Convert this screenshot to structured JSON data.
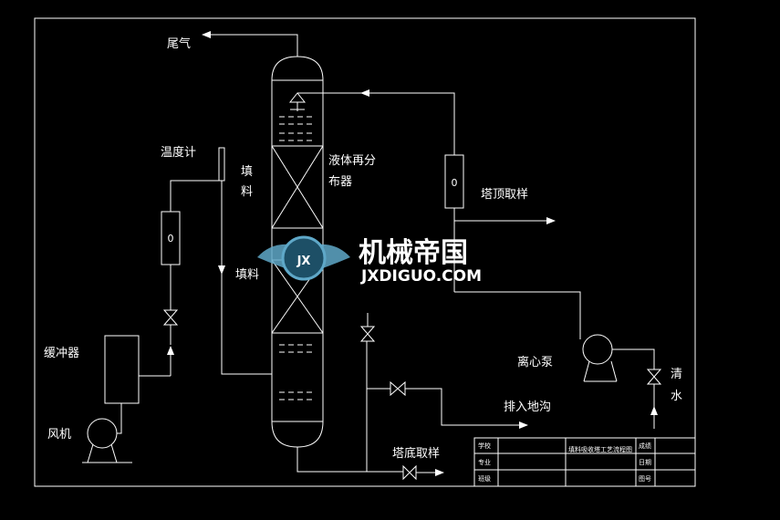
{
  "labels": {
    "tail_gas": "尾气",
    "thermometer": "温度计",
    "packing_top": [
      "填",
      "料"
    ],
    "packing_bottom": "填料",
    "liquid_redistributor": [
      "液体再分",
      "布器"
    ],
    "top_sampling": "塔顶取样",
    "buffer": "缓冲器",
    "fan": "风机",
    "centrifugal_pump": "离心泵",
    "clear_water": [
      "清",
      "水"
    ],
    "drain": "排入地沟",
    "bottom_sampling": "塔底取样"
  },
  "flowmeter_symbol": "0",
  "watermark": {
    "cn": "机械帝国",
    "en": "JXDIGUO.COM",
    "badge": "JX"
  },
  "title_block": {
    "school": "学校",
    "major": "专业",
    "class": "班级",
    "drawing_title": "填料吸收塔工艺流程图",
    "score": "成绩",
    "date": "日期",
    "sheet": "图号"
  },
  "colors": {
    "background": "#000000",
    "lines": "#ffffff",
    "watermark": "#5fa8c8"
  }
}
